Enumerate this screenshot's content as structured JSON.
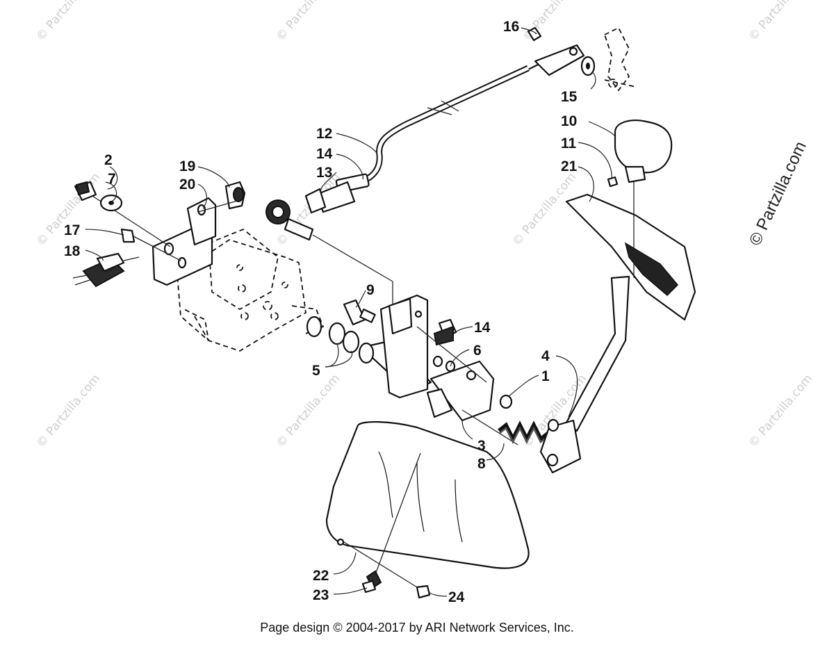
{
  "watermark": {
    "small": "© Partzilla.com",
    "large": "© Partzilla.com"
  },
  "callouts": {
    "n1": "1",
    "n2": "2",
    "n3": "3",
    "n4": "4",
    "n5": "5",
    "n6": "6",
    "n7": "7",
    "n8": "8",
    "n9": "9",
    "n10": "10",
    "n11": "11",
    "n12": "12",
    "n13": "13",
    "n14a": "14",
    "n14b": "14",
    "n15": "15",
    "n16": "16",
    "n17": "17",
    "n18": "18",
    "n19": "19",
    "n20": "20",
    "n21": "21",
    "n22": "22",
    "n23": "23",
    "n24": "24"
  },
  "footer": {
    "copyright": "Page design © 2004-2017 by ARI Network Services, Inc."
  }
}
